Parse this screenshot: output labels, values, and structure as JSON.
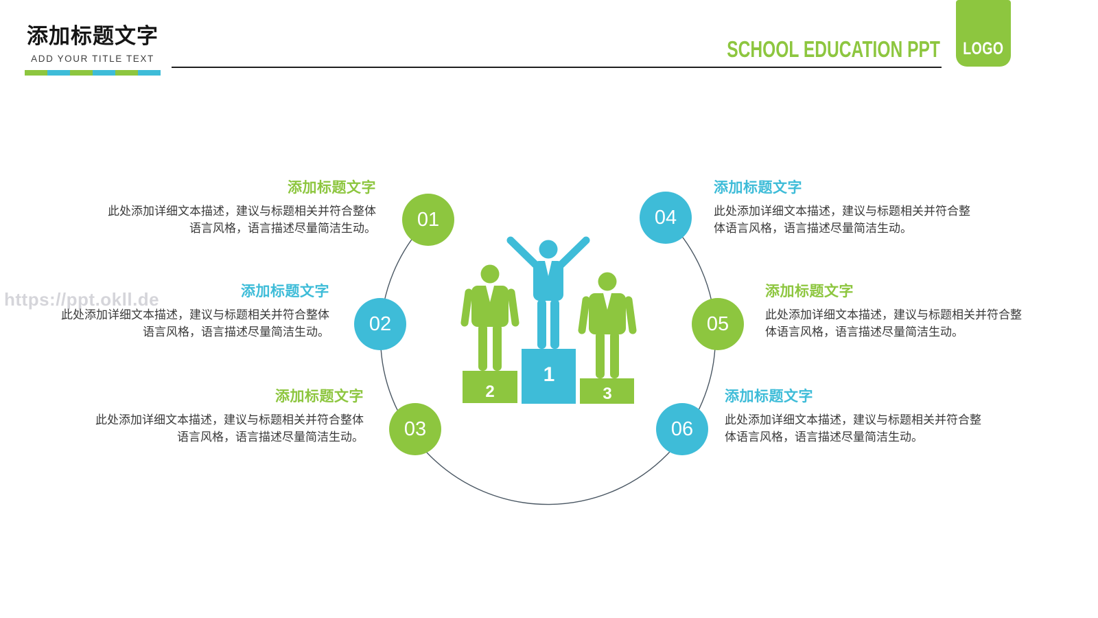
{
  "header": {
    "title": "添加标题文字",
    "subtitle": "ADD YOUR TITLE TEXT",
    "brand": "SCHOOL EDUCATION PPT",
    "logo": "LOGO"
  },
  "watermark": "https://ppt.okll.de",
  "colors": {
    "green": "#8DC63F",
    "blue": "#3EBCD8",
    "line": "#1f1f1f",
    "arc": "#4a5763"
  },
  "items": [
    {
      "number": "01",
      "color": "green",
      "title": "添加标题文字",
      "body_lines": [
        "此处添加详细文本描述，建议与标题相关并符合整体",
        "语言风格，语言描述尽量简洁生动。"
      ]
    },
    {
      "number": "02",
      "color": "blue",
      "title": "添加标题文字",
      "body_lines": [
        "此处添加详细文本描述，建议与标题相关并符合整体",
        "语言风格，语言描述尽量简洁生动。"
      ]
    },
    {
      "number": "03",
      "color": "green",
      "title": "添加标题文字",
      "body_lines": [
        "此处添加详细文本描述，建议与标题相关并符合整体",
        "语言风格，语言描述尽量简洁生动。"
      ]
    },
    {
      "number": "04",
      "color": "blue",
      "title": "添加标题文字",
      "body_lines": [
        "此处添加详细文本描述，建议与标题相关并符合整",
        "体语言风格，语言描述尽量简洁生动。"
      ]
    },
    {
      "number": "05",
      "color": "green",
      "title": "添加标题文字",
      "body_lines": [
        "此处添加详细文本描述，建议与标题相关并符合整",
        "体语言风格，语言描述尽量简洁生动。"
      ]
    },
    {
      "number": "06",
      "color": "blue",
      "title": "添加标题文字",
      "body_lines": [
        "此处添加详细文本描述，建议与标题相关并符合整",
        "体语言风格，语言描述尽量简洁生动。"
      ]
    }
  ],
  "podium": {
    "blocks": [
      {
        "rank": "2",
        "color": "green"
      },
      {
        "rank": "1",
        "color": "blue"
      },
      {
        "rank": "3",
        "color": "green"
      }
    ]
  }
}
